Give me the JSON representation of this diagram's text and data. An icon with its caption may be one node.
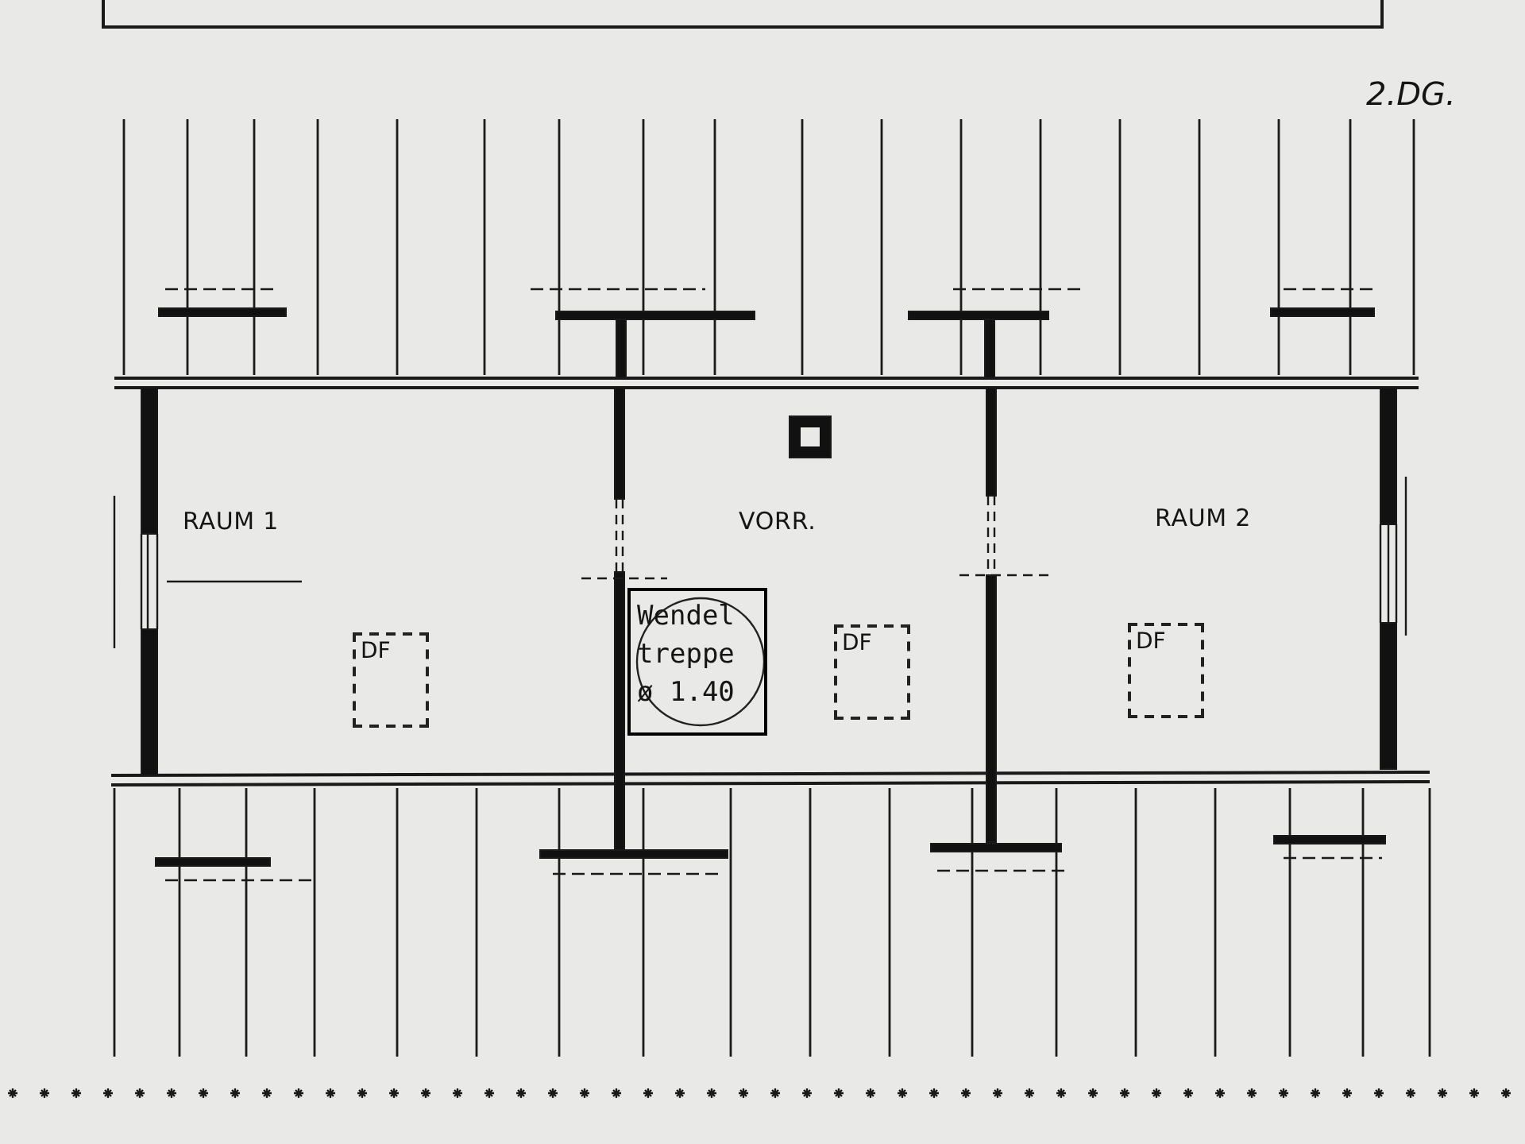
{
  "diagram": {
    "nodes": [
      {
        "text": [
          "RAUM 1"
        ]
      },
      {
        "text": [
          "DF"
        ],
        "in": 0
      },
      {
        "text": [
          "VORR."
        ]
      },
      {
        "text": [
          "Wendeltreppe ø 1.40"
        ],
        "in": 2
      },
      {
        "text": [
          "DF"
        ],
        "in": 2
      },
      {
        "text": [
          "RAUM 2"
        ]
      },
      {
        "text": [
          "DF"
        ],
        "in": 5
      }
    ],
    "labels": [
      "2.DG."
    ]
  }
}
